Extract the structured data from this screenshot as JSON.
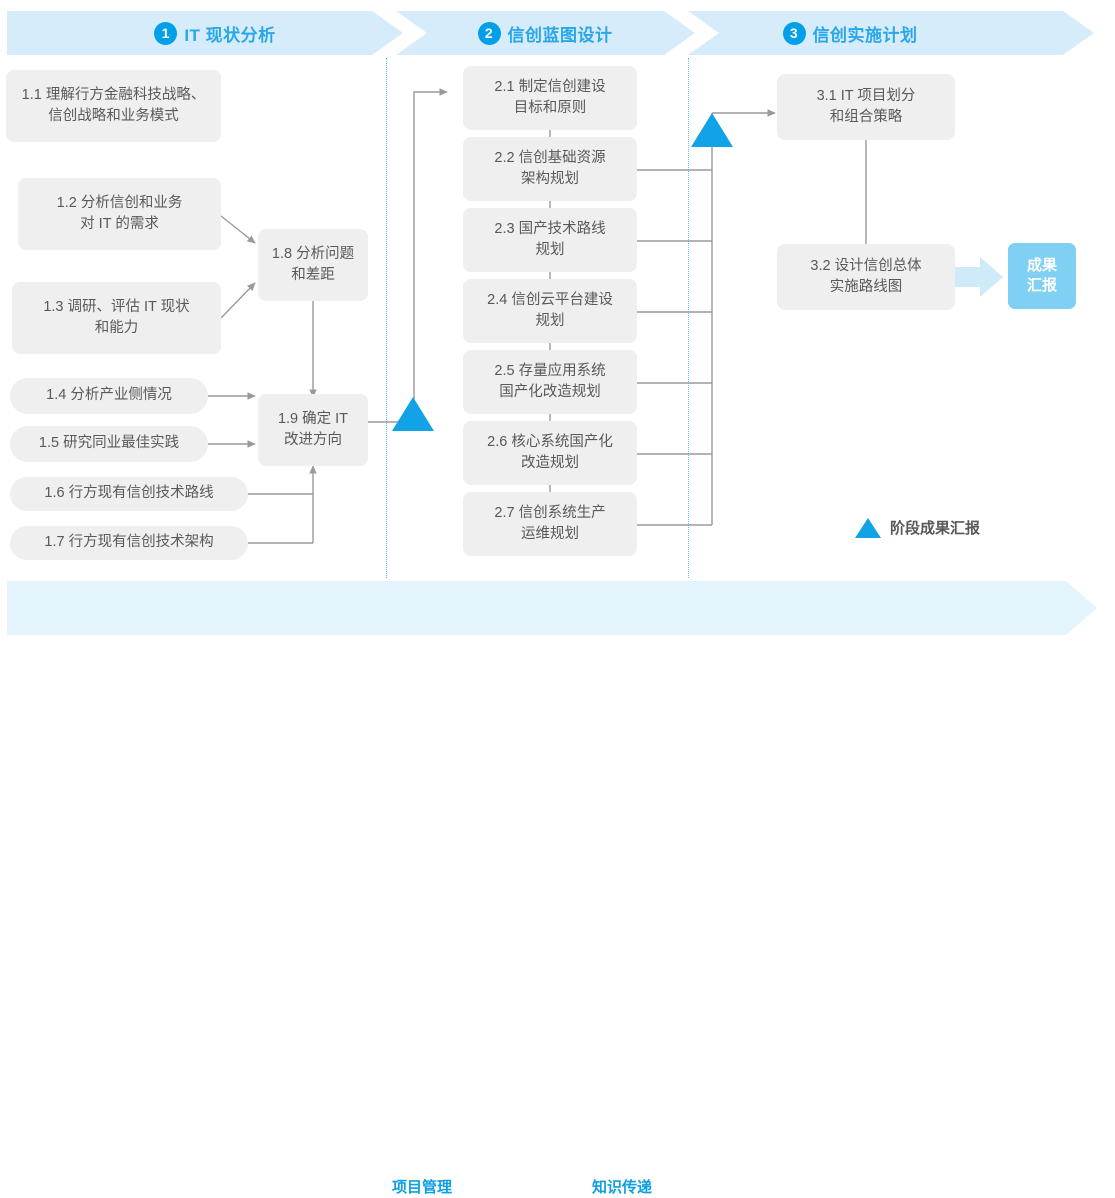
{
  "colors": {
    "phase_band": "#d6ecfa",
    "bottom_band": "#e4f4fc",
    "accent": "#00a0e9",
    "accent_text": "#29a7e8",
    "box_fill": "#efefef",
    "box_text": "#595959",
    "deliverable_fill": "#7fd0f2",
    "deliverable_text": "#ffffff",
    "connector": "#999999",
    "divider": "#5fc6f0",
    "milestone_triangle": "#11a3e6",
    "big_arrow": "#cfeaf9"
  },
  "header": {
    "phases": [
      {
        "number": "1",
        "label": "IT 现状分析"
      },
      {
        "number": "2",
        "label": "信创蓝图设计"
      },
      {
        "number": "3",
        "label": "信创实施计划"
      }
    ]
  },
  "phase1": {
    "tasks": [
      {
        "id": "1.1",
        "text": "1.1 理解行方金融科技战略、\n信创战略和业务模式"
      },
      {
        "id": "1.2",
        "text": "1.2 分析信创和业务\n对 IT 的需求"
      },
      {
        "id": "1.3",
        "text": "1.3 调研、评估 IT 现状\n和能力"
      },
      {
        "id": "1.4",
        "text": "1.4 分析产业侧情况"
      },
      {
        "id": "1.5",
        "text": "1.5 研究同业最佳实践"
      },
      {
        "id": "1.6",
        "text": "1.6 行方现有信创技术路线"
      },
      {
        "id": "1.7",
        "text": "1.7 行方现有信创技术架构"
      },
      {
        "id": "1.8",
        "text": "1.8 分析问题\n和差距"
      },
      {
        "id": "1.9",
        "text": "1.9 确定 IT\n改进方向"
      }
    ]
  },
  "phase2": {
    "tasks": [
      {
        "id": "2.1",
        "text": "2.1 制定信创建设\n目标和原则"
      },
      {
        "id": "2.2",
        "text": "2.2 信创基础资源\n架构规划"
      },
      {
        "id": "2.3",
        "text": "2.3 国产技术路线\n规划"
      },
      {
        "id": "2.4",
        "text": "2.4 信创云平台建设\n规划"
      },
      {
        "id": "2.5",
        "text": "2.5 存量应用系统\n国产化改造规划"
      },
      {
        "id": "2.6",
        "text": "2.6 核心系统国产化\n改造规划"
      },
      {
        "id": "2.7",
        "text": "2.7 信创系统生产\n运维规划"
      }
    ]
  },
  "phase3": {
    "tasks": [
      {
        "id": "3.1",
        "text": "3.1 IT 项目划分\n和组合策略"
      },
      {
        "id": "3.2",
        "text": "3.2 设计信创总体\n实施路线图"
      }
    ],
    "deliverable": {
      "text": "成果\n汇报"
    }
  },
  "legend": {
    "milestone_label": "阶段成果汇报",
    "icon": "triangle-up-icon"
  },
  "bottom": {
    "labels": [
      {
        "text": "项目管理"
      },
      {
        "text": "知识传递"
      }
    ]
  }
}
